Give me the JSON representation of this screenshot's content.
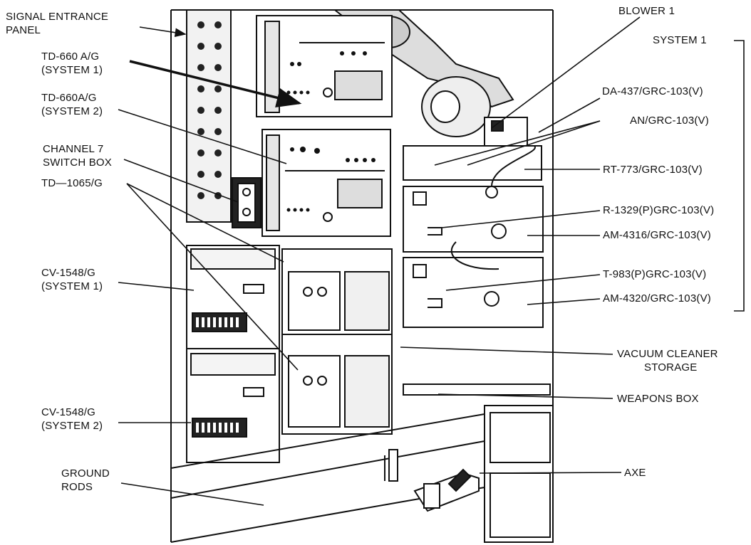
{
  "labels": {
    "signal_entrance_panel": [
      "SIGNAL ENTRANCE",
      "PANEL"
    ],
    "td660_sys1": [
      "TD-660 A/G",
      "(SYSTEM 1)"
    ],
    "td660_sys2": [
      "TD-660A/G",
      "(SYSTEM 2)"
    ],
    "channel7": [
      "CHANNEL 7",
      "SWITCH BOX"
    ],
    "td1065": [
      "TD—1065/G"
    ],
    "cv1548_sys1": [
      "CV-1548/G",
      "(SYSTEM 1)"
    ],
    "cv1548_sys2": [
      "CV-1548/G",
      "(SYSTEM 2)"
    ],
    "ground_rods": [
      "GROUND",
      "RODS"
    ],
    "blower1": "BLOWER 1",
    "system1": "SYSTEM 1",
    "da437": "DA-437/GRC-103(V)",
    "an_grc": "AN/GRC-103(V)",
    "rt773": "RT-773/GRC-103(V)",
    "r1329": "R-1329(P)GRC-103(V)",
    "am4316": "AM-4316/GRC-103(V)",
    "t983": "T-983(P)GRC-103(V)",
    "am4320": "AM-4320/GRC-103(V)",
    "vacuum": [
      "VACUUM CLEANER",
      "STORAGE"
    ],
    "weapons_box": "WEAPONS BOX",
    "axe": "AXE"
  },
  "colors": {
    "ink": "#111111",
    "paper": "#ffffff",
    "shade": "#d9d9d9"
  }
}
